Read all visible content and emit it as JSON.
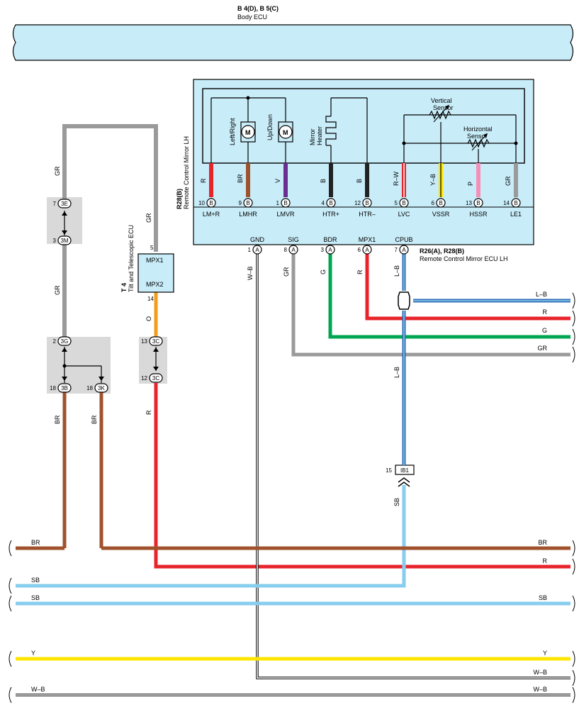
{
  "colors": {
    "box_fill": "#c8ecf8",
    "splice_fill": "#d9d9d9",
    "red": "#e8242b",
    "brown": "#a0522d",
    "violet": "#6a2d91",
    "black": "#222222",
    "yellow": "#ffe600",
    "pink": "#f48fb8",
    "gray": "#9a9a9a",
    "green": "#00a651",
    "orange": "#f39c1f",
    "sky_blue": "#87cdee",
    "blue": "#2f6db5"
  },
  "body_ecu": {
    "code": "B 4(D), B 5(C)",
    "name": "Body ECU"
  },
  "mirror_lh": {
    "code": "R28(B)",
    "name": "Remote Control Mirror LH",
    "motor_lr": "Left/Right",
    "motor_ud": "Up/Down",
    "motor_symbol": "M",
    "heater_label_1": "Mirror",
    "heater_label_2": "Heater",
    "vertical_sensor_1": "Vertical",
    "vertical_sensor_2": "Sensor",
    "horizontal_sensor_1": "Horizontal",
    "horizontal_sensor_2": "Sensor"
  },
  "mirror_ecu": {
    "code": "R26(A), R28(B)",
    "name": "Remote Control Mirror ECU LH"
  },
  "tilt_ecu": {
    "code": "T 4",
    "name": "Tilt and Telescopic ECU",
    "pin_top": "MPX1",
    "pin_bottom": "MPX2",
    "pin_top_no": "5",
    "pin_bottom_no": "14"
  },
  "ecu_b_pins": [
    {
      "no": "10",
      "conn": "B",
      "name": "LM+R",
      "wire": "R"
    },
    {
      "no": "9",
      "conn": "B",
      "name": "LMHR",
      "wire": "BR"
    },
    {
      "no": "1",
      "conn": "B",
      "name": "LMVR",
      "wire": "V"
    },
    {
      "no": "4",
      "conn": "B",
      "name": "HTR+",
      "wire": "B"
    },
    {
      "no": "12",
      "conn": "B",
      "name": "HTR–",
      "wire": "B"
    },
    {
      "no": "5",
      "conn": "B",
      "name": "LVC",
      "wire": "R–W"
    },
    {
      "no": "6",
      "conn": "B",
      "name": "VSSR",
      "wire": "Y–B"
    },
    {
      "no": "13",
      "conn": "B",
      "name": "HSSR",
      "wire": "P"
    },
    {
      "no": "14",
      "conn": "B",
      "name": "LE1",
      "wire": "GR"
    }
  ],
  "ecu_a_pins": [
    {
      "no": "1",
      "conn": "A",
      "name": "GND",
      "wire": "W–B"
    },
    {
      "no": "8",
      "conn": "A",
      "name": "SIG",
      "wire": "GR"
    },
    {
      "no": "3",
      "conn": "A",
      "name": "BDR",
      "wire": "G"
    },
    {
      "no": "6",
      "conn": "A",
      "name": "MPX1",
      "wire": "R"
    },
    {
      "no": "7",
      "conn": "A",
      "name": "CPUB",
      "wire": "L–B"
    }
  ],
  "junctions": {
    "j3e": {
      "no": "7",
      "id": "3E"
    },
    "j3m": {
      "no": "3",
      "id": "3M"
    },
    "j3g": {
      "no": "2",
      "id": "3G"
    },
    "j3b": {
      "no": "18",
      "id": "3B"
    },
    "j3k": {
      "no": "18",
      "id": "3K"
    },
    "j3c_top": {
      "no": "13",
      "id": "3C"
    },
    "j3c_bot": {
      "no": "12",
      "id": "3C"
    },
    "ib1": {
      "no": "15",
      "id": "IB1"
    }
  },
  "wire_labels": {
    "gr_left_top": "GR",
    "gr_left_mid": "GR",
    "gr_tilt": "GR",
    "orange_tilt": "O",
    "red_tilt": "R",
    "br_3b": "BR",
    "br_3k": "BR",
    "wb_gnd": "W–B",
    "gr_sig": "GR",
    "g_bdr": "G",
    "r_mpx": "R",
    "lb_cpub": "L–B",
    "lb_mid": "L–B",
    "sb_ib1": "SB"
  },
  "right_exits": [
    {
      "label": "L–B"
    },
    {
      "label": "R"
    },
    {
      "label": "G"
    },
    {
      "label": "GR"
    }
  ],
  "bottom_buses": [
    {
      "left": "BR",
      "right": "BR"
    },
    {
      "left": "",
      "right": "R"
    },
    {
      "left": "SB",
      "right": ""
    },
    {
      "left": "SB",
      "right": "SB"
    },
    {
      "left": "Y",
      "right": "Y"
    },
    {
      "left": "",
      "right": "W–B"
    },
    {
      "left": "W–B",
      "right": "W–B"
    }
  ]
}
